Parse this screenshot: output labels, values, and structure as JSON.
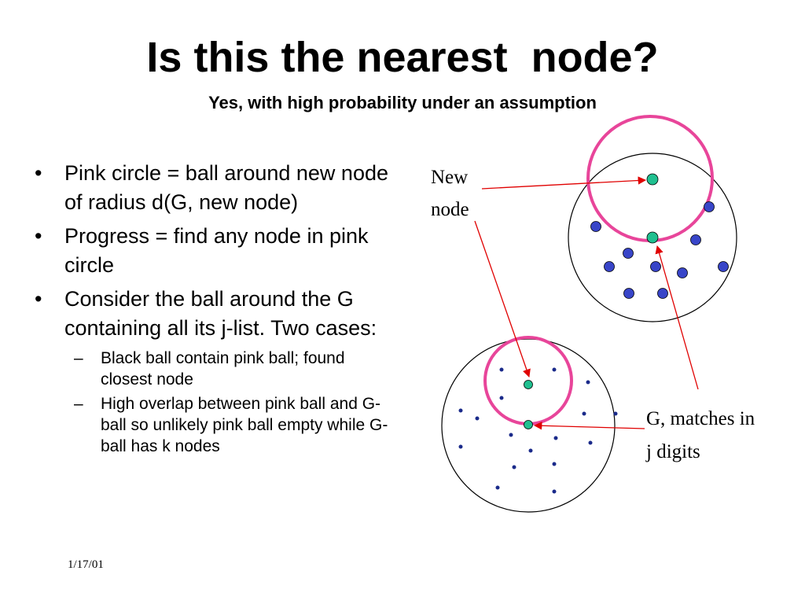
{
  "slide": {
    "title": "Is this the nearest  node?",
    "subtitle": "Yes, with high probability under an assumption",
    "bullets": [
      {
        "text": "Pink circle = ball around new node of radius d(G, new node)"
      },
      {
        "text": "Progress = find any node in pink circle"
      },
      {
        "text": "Consider the ball around the G containing all its j-list.  Two cases:",
        "sub": [
          "Black ball contain pink ball; found closest node",
          "High overlap between pink ball and G-ball so unlikely pink ball empty while G-ball has k nodes"
        ]
      }
    ],
    "footer_date": "1/17/01"
  },
  "diagram": {
    "label_new_node": [
      "New",
      "node"
    ],
    "label_g": [
      "G, matches in",
      "j digits"
    ],
    "colors": {
      "pink": "#e8459a",
      "green_node": "#20c090",
      "blue_node": "#3845c8",
      "arrow": "#e00000",
      "outline": "#000000"
    },
    "icons": [
      "bullet-dot-icon",
      "dash-icon",
      "arrow-icon",
      "node-dot-icon"
    ]
  }
}
